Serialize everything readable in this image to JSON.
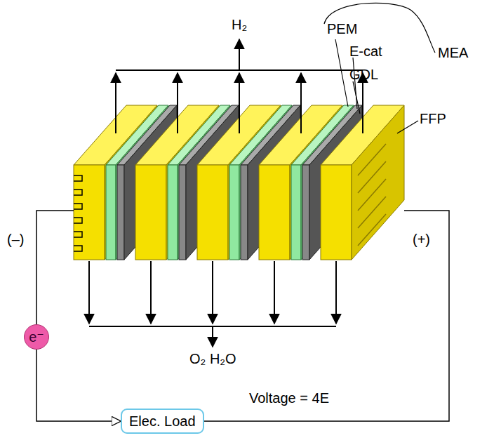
{
  "diagram": {
    "nodes": [
      {
        "text": [
          "e⁻"
        ]
      },
      {
        "text": [
          "Elec. Load"
        ]
      }
    ],
    "edges": [
      {
        "from": 0,
        "to": 1,
        "arrow": "to"
      }
    ],
    "labels": [
      "H₂",
      "PEM",
      "E-cat",
      "MEA",
      "GDL",
      "FFP",
      "(–)",
      "(+)",
      "O₂ H₂O",
      "Voltage = 4E"
    ]
  }
}
